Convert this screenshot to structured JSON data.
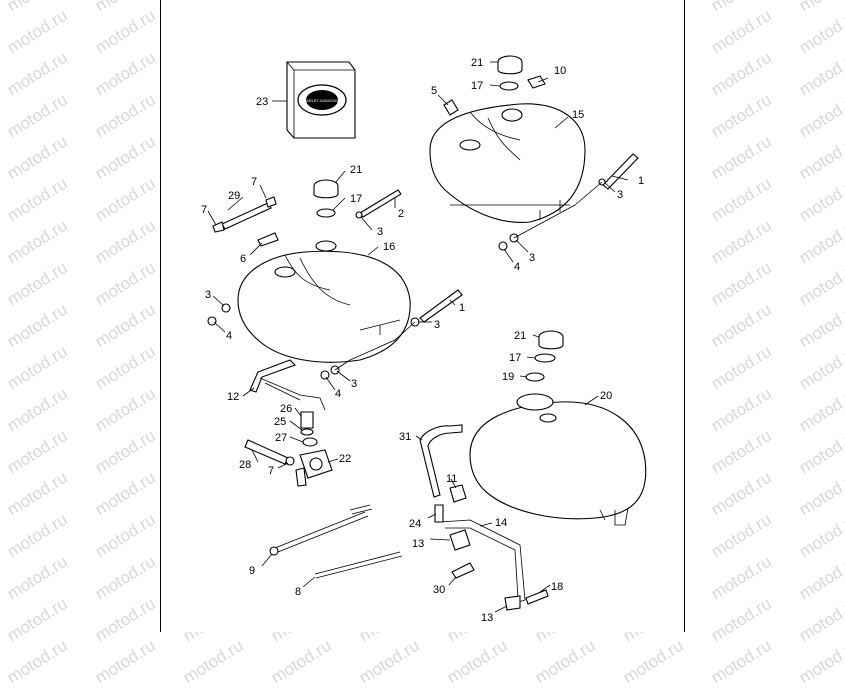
{
  "watermark": "motod.ru",
  "box_23_label": "HARLEY-DAVIDSON",
  "callouts": [
    {
      "id": "c23",
      "n": "23"
    },
    {
      "id": "c21a",
      "n": "21"
    },
    {
      "id": "c17a",
      "n": "17"
    },
    {
      "id": "c10",
      "n": "10"
    },
    {
      "id": "c5",
      "n": "5"
    },
    {
      "id": "c15",
      "n": "15"
    },
    {
      "id": "c1a",
      "n": "1"
    },
    {
      "id": "c3a",
      "n": "3"
    },
    {
      "id": "c3b",
      "n": "3"
    },
    {
      "id": "c4a",
      "n": "4"
    },
    {
      "id": "c21b",
      "n": "21"
    },
    {
      "id": "c7a",
      "n": "7"
    },
    {
      "id": "c29",
      "n": "29"
    },
    {
      "id": "c17b",
      "n": "17"
    },
    {
      "id": "c2",
      "n": "2"
    },
    {
      "id": "c7b",
      "n": "7"
    },
    {
      "id": "c3c",
      "n": "3"
    },
    {
      "id": "c16",
      "n": "16"
    },
    {
      "id": "c6",
      "n": "6"
    },
    {
      "id": "c3d",
      "n": "3"
    },
    {
      "id": "c4b",
      "n": "4"
    },
    {
      "id": "c1b",
      "n": "1"
    },
    {
      "id": "c3e",
      "n": "3"
    },
    {
      "id": "c3f",
      "n": "3"
    },
    {
      "id": "c4c",
      "n": "4"
    },
    {
      "id": "c12",
      "n": "12"
    },
    {
      "id": "c26",
      "n": "26"
    },
    {
      "id": "c25",
      "n": "25"
    },
    {
      "id": "c27",
      "n": "27"
    },
    {
      "id": "c28",
      "n": "28"
    },
    {
      "id": "c7c",
      "n": "7"
    },
    {
      "id": "c22",
      "n": "22"
    },
    {
      "id": "c21c",
      "n": "21"
    },
    {
      "id": "c17c",
      "n": "17"
    },
    {
      "id": "c19",
      "n": "19"
    },
    {
      "id": "c20",
      "n": "20"
    },
    {
      "id": "c31",
      "n": "31"
    },
    {
      "id": "c11",
      "n": "11"
    },
    {
      "id": "c24",
      "n": "24"
    },
    {
      "id": "c14",
      "n": "14"
    },
    {
      "id": "c13a",
      "n": "13"
    },
    {
      "id": "c9",
      "n": "9"
    },
    {
      "id": "c8",
      "n": "8"
    },
    {
      "id": "c30",
      "n": "30"
    },
    {
      "id": "c18",
      "n": "18"
    },
    {
      "id": "c13b",
      "n": "13"
    }
  ]
}
